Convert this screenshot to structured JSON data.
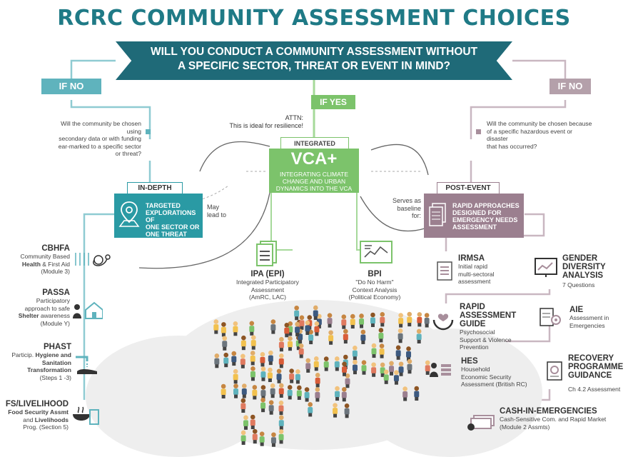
{
  "title": "RCRC COMMUNITY ASSESSMENT CHOICES",
  "question": {
    "line1": "WILL YOU CONDUCT A COMMUNITY ASSESSMENT WITHOUT",
    "line2": "A SPECIFIC SECTOR, THREAT OR EVENT IN MIND?"
  },
  "branches": {
    "if_no_left": "IF NO",
    "if_yes": "IF YES",
    "if_no_right": "IF NO"
  },
  "left_question": {
    "line1": "Will the community be chosen using",
    "line2": "secondary data or with funding",
    "line3": "ear-marked to a specific sector or threat?"
  },
  "right_question": {
    "line1": "Will the community be chosen because",
    "line2": "of a specific hazardous event or disaster",
    "line3": "that has occurred?"
  },
  "attn": {
    "line1": "ATTN:",
    "line2": "This is ideal for resilience!"
  },
  "integrated": {
    "label": "INTEGRATED",
    "name": "VCA+",
    "desc1": "INTEGRATING CLIMATE",
    "desc2": "CHANGE AND URBAN",
    "desc3": "DYNAMICS INTO THE VCA"
  },
  "in_depth": {
    "label": "IN-DEPTH",
    "desc1": "TARGETED",
    "desc2": "EXPLORATIONS OF",
    "desc3": "ONE SECTOR OR",
    "desc4": "ONE THREAT"
  },
  "post_event": {
    "label": "POST-EVENT",
    "desc1": "RAPID APPROACHES",
    "desc2": "DESIGNED FOR",
    "desc3": "EMERGENCY NEEDS",
    "desc4": "ASSESSMENT"
  },
  "may_lead_to": {
    "line1": "May",
    "line2": "lead to"
  },
  "serves_as": {
    "line1": "Serves as",
    "line2": "baseline",
    "line3": "for:"
  },
  "ipa": {
    "name": "IPA (EPI)",
    "line1": "Integrated Participatory",
    "line2": "Assessment",
    "line3": "(AmRC, LAC)"
  },
  "bpi": {
    "name": "BPI",
    "line1": "\"Do No Harm\"",
    "line2": "Context Analysis",
    "line3": "(Political Economy)"
  },
  "left_items": {
    "cbhfa": {
      "name": "CBHFA",
      "l1": "Community Based",
      "l2a": "Health",
      "l2b": " & First Aid",
      "l3": "(Module 3)"
    },
    "passa": {
      "name": "PASSA",
      "l1": "Participatory",
      "l2": "approach to safe",
      "l3a": "Shelter",
      "l3b": " awareness",
      "l4": "(Module Y)"
    },
    "phast": {
      "name": "PHAST",
      "l1a": "Particip. ",
      "l1b": "Hygiene and",
      "l2": "Sanitation",
      "l3": "Transformation",
      "l4": "(Steps 1 -3)"
    },
    "fs": {
      "name": "FS/LIVELIHOOD",
      "l1": "Food Security Assmt",
      "l2a": "and ",
      "l2b": "Livelihoods",
      "l3": "Prog. (Section 5)"
    }
  },
  "right_items": {
    "irmsa": {
      "name": "IRMSA",
      "l1": "Initial rapid",
      "l2": "multi-sectoral",
      "l3": "assessment"
    },
    "gender": {
      "name1": "GENDER",
      "name2": "DIVERSITY",
      "name3": "ANALYSIS",
      "l1": "7 Questions"
    },
    "rag": {
      "name1": "RAPID ASSESSMENT",
      "name2": "GUIDE",
      "l1": "Psychosocial",
      "l2": "Support & Violence",
      "l3": "Prevention"
    },
    "aie": {
      "name": "AIE",
      "l1": "Assessment in",
      "l2": "Emergencies"
    },
    "hes": {
      "name": "HES",
      "l1": "Household",
      "l2": "Economic Security",
      "l3": "Assessment (British RC)"
    },
    "recovery": {
      "name1": "RECOVERY",
      "name2": "PROGRAMME",
      "name3": "GUIDANCE",
      "l1": "Ch 4.2 Assessment"
    },
    "cie": {
      "name": "CASH-IN-EMERGENCIES",
      "l1": "Cash-Sensitive Com. and Rapid Market",
      "l2": "(Module 2 Assmts)"
    }
  },
  "colors": {
    "title": "#1f7a86",
    "banner": "#1f6a78",
    "left_teal": "#5fb3bd",
    "in_depth_box": "#2a9aa4",
    "green": "#7cc36b",
    "mauve": "#a88f9c",
    "mauve_box": "#9b7f8f"
  }
}
